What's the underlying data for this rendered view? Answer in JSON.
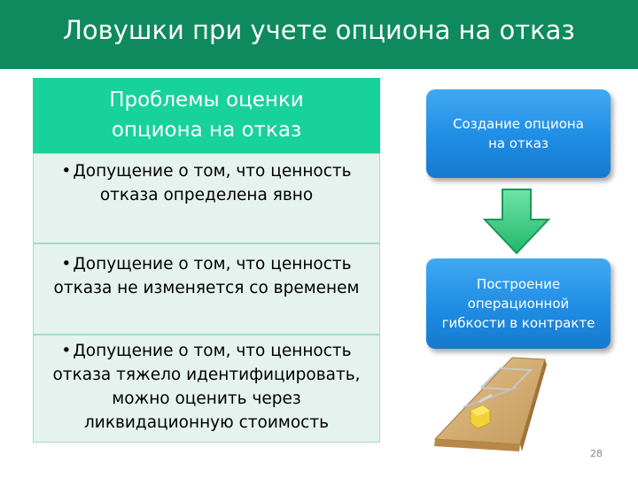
{
  "slide": {
    "title": "Ловушки при учете опциона на отказ",
    "page_number": "28"
  },
  "problems": {
    "header_line1": "Проблемы оценки",
    "header_line2": "опциона на отказ",
    "bullet_symbol": "•",
    "items": [
      {
        "line1": "Допущение  о том, что ценность",
        "line2": "отказа определена явно"
      },
      {
        "line1": "Допущение о том, что ценность",
        "line2": "отказа не изменяется со временем"
      },
      {
        "line1": "Допущение о том, что ценность",
        "line2": "отказа тяжело идентифицировать,",
        "line3": "можно оценить через",
        "line4": "ликвидационную стоимость"
      }
    ]
  },
  "flow": {
    "box1_line1": "Создание опциона",
    "box1_line2": "на отказ",
    "box2_line1": "Построение",
    "box2_line2": "операционной",
    "box2_line3": "гибкости в контракте"
  },
  "colors": {
    "header_bg": "#0e8a5e",
    "table_header_bg": "#17d29b",
    "row_bg": "#e6f2ee",
    "box_blue": "#1f8de4",
    "arrow_green": "#2ecc7a"
  },
  "icons": {
    "arrow": "down-arrow-icon",
    "trap": "mousetrap-icon"
  }
}
